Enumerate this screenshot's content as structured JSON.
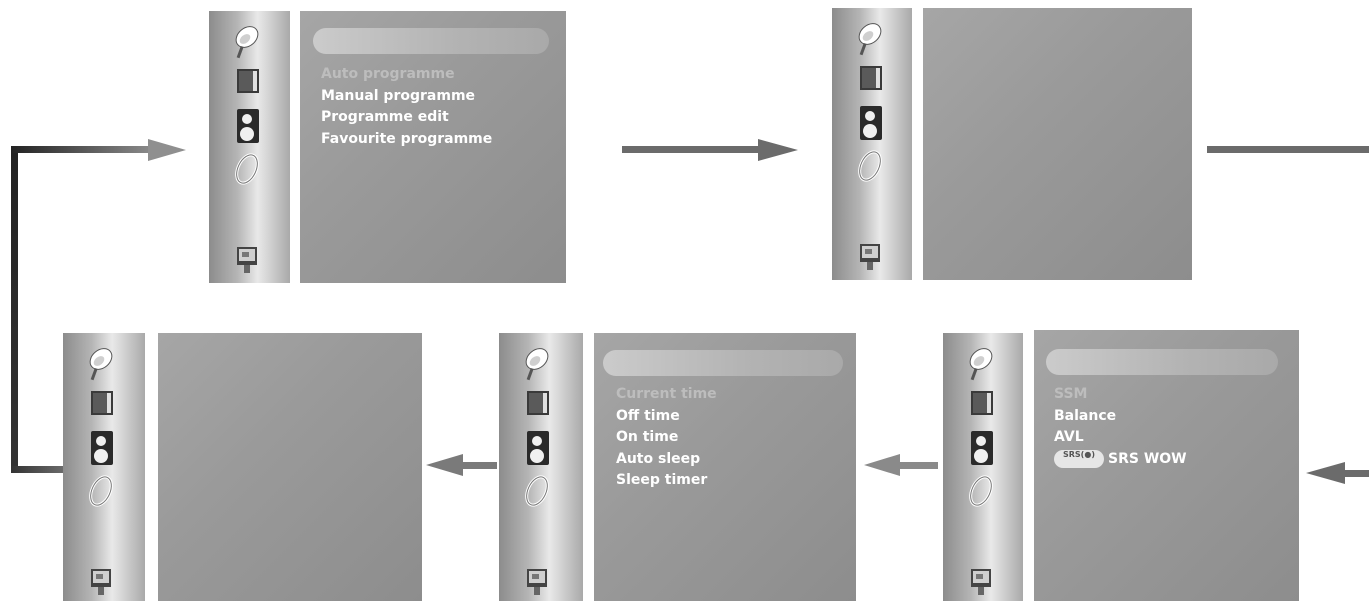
{
  "menus": {
    "station": {
      "items": [
        {
          "label": "Auto programme",
          "state": "dim"
        },
        {
          "label": "Manual programme",
          "state": "normal"
        },
        {
          "label": "Programme edit",
          "state": "normal"
        },
        {
          "label": "Favourite programme",
          "state": "normal"
        }
      ]
    },
    "picture": {
      "items": []
    },
    "sound": {
      "items": [
        {
          "label": "SSM",
          "state": "dim"
        },
        {
          "label": "Balance",
          "state": "normal"
        },
        {
          "label": "AVL",
          "state": "normal"
        }
      ],
      "srs_badge": "SRS(●)",
      "srs_label": "SRS WOW"
    },
    "time": {
      "items": [
        {
          "label": "Current time",
          "state": "dim"
        },
        {
          "label": "Off time",
          "state": "normal"
        },
        {
          "label": "On time",
          "state": "normal"
        },
        {
          "label": "Auto sleep",
          "state": "normal"
        },
        {
          "label": "Sleep timer",
          "state": "normal"
        }
      ]
    },
    "special": {
      "items": []
    }
  },
  "icons": [
    "satellite-dish-icon",
    "picture-icon",
    "speaker-icon",
    "clock-ring-icon",
    "monitor-icon"
  ]
}
